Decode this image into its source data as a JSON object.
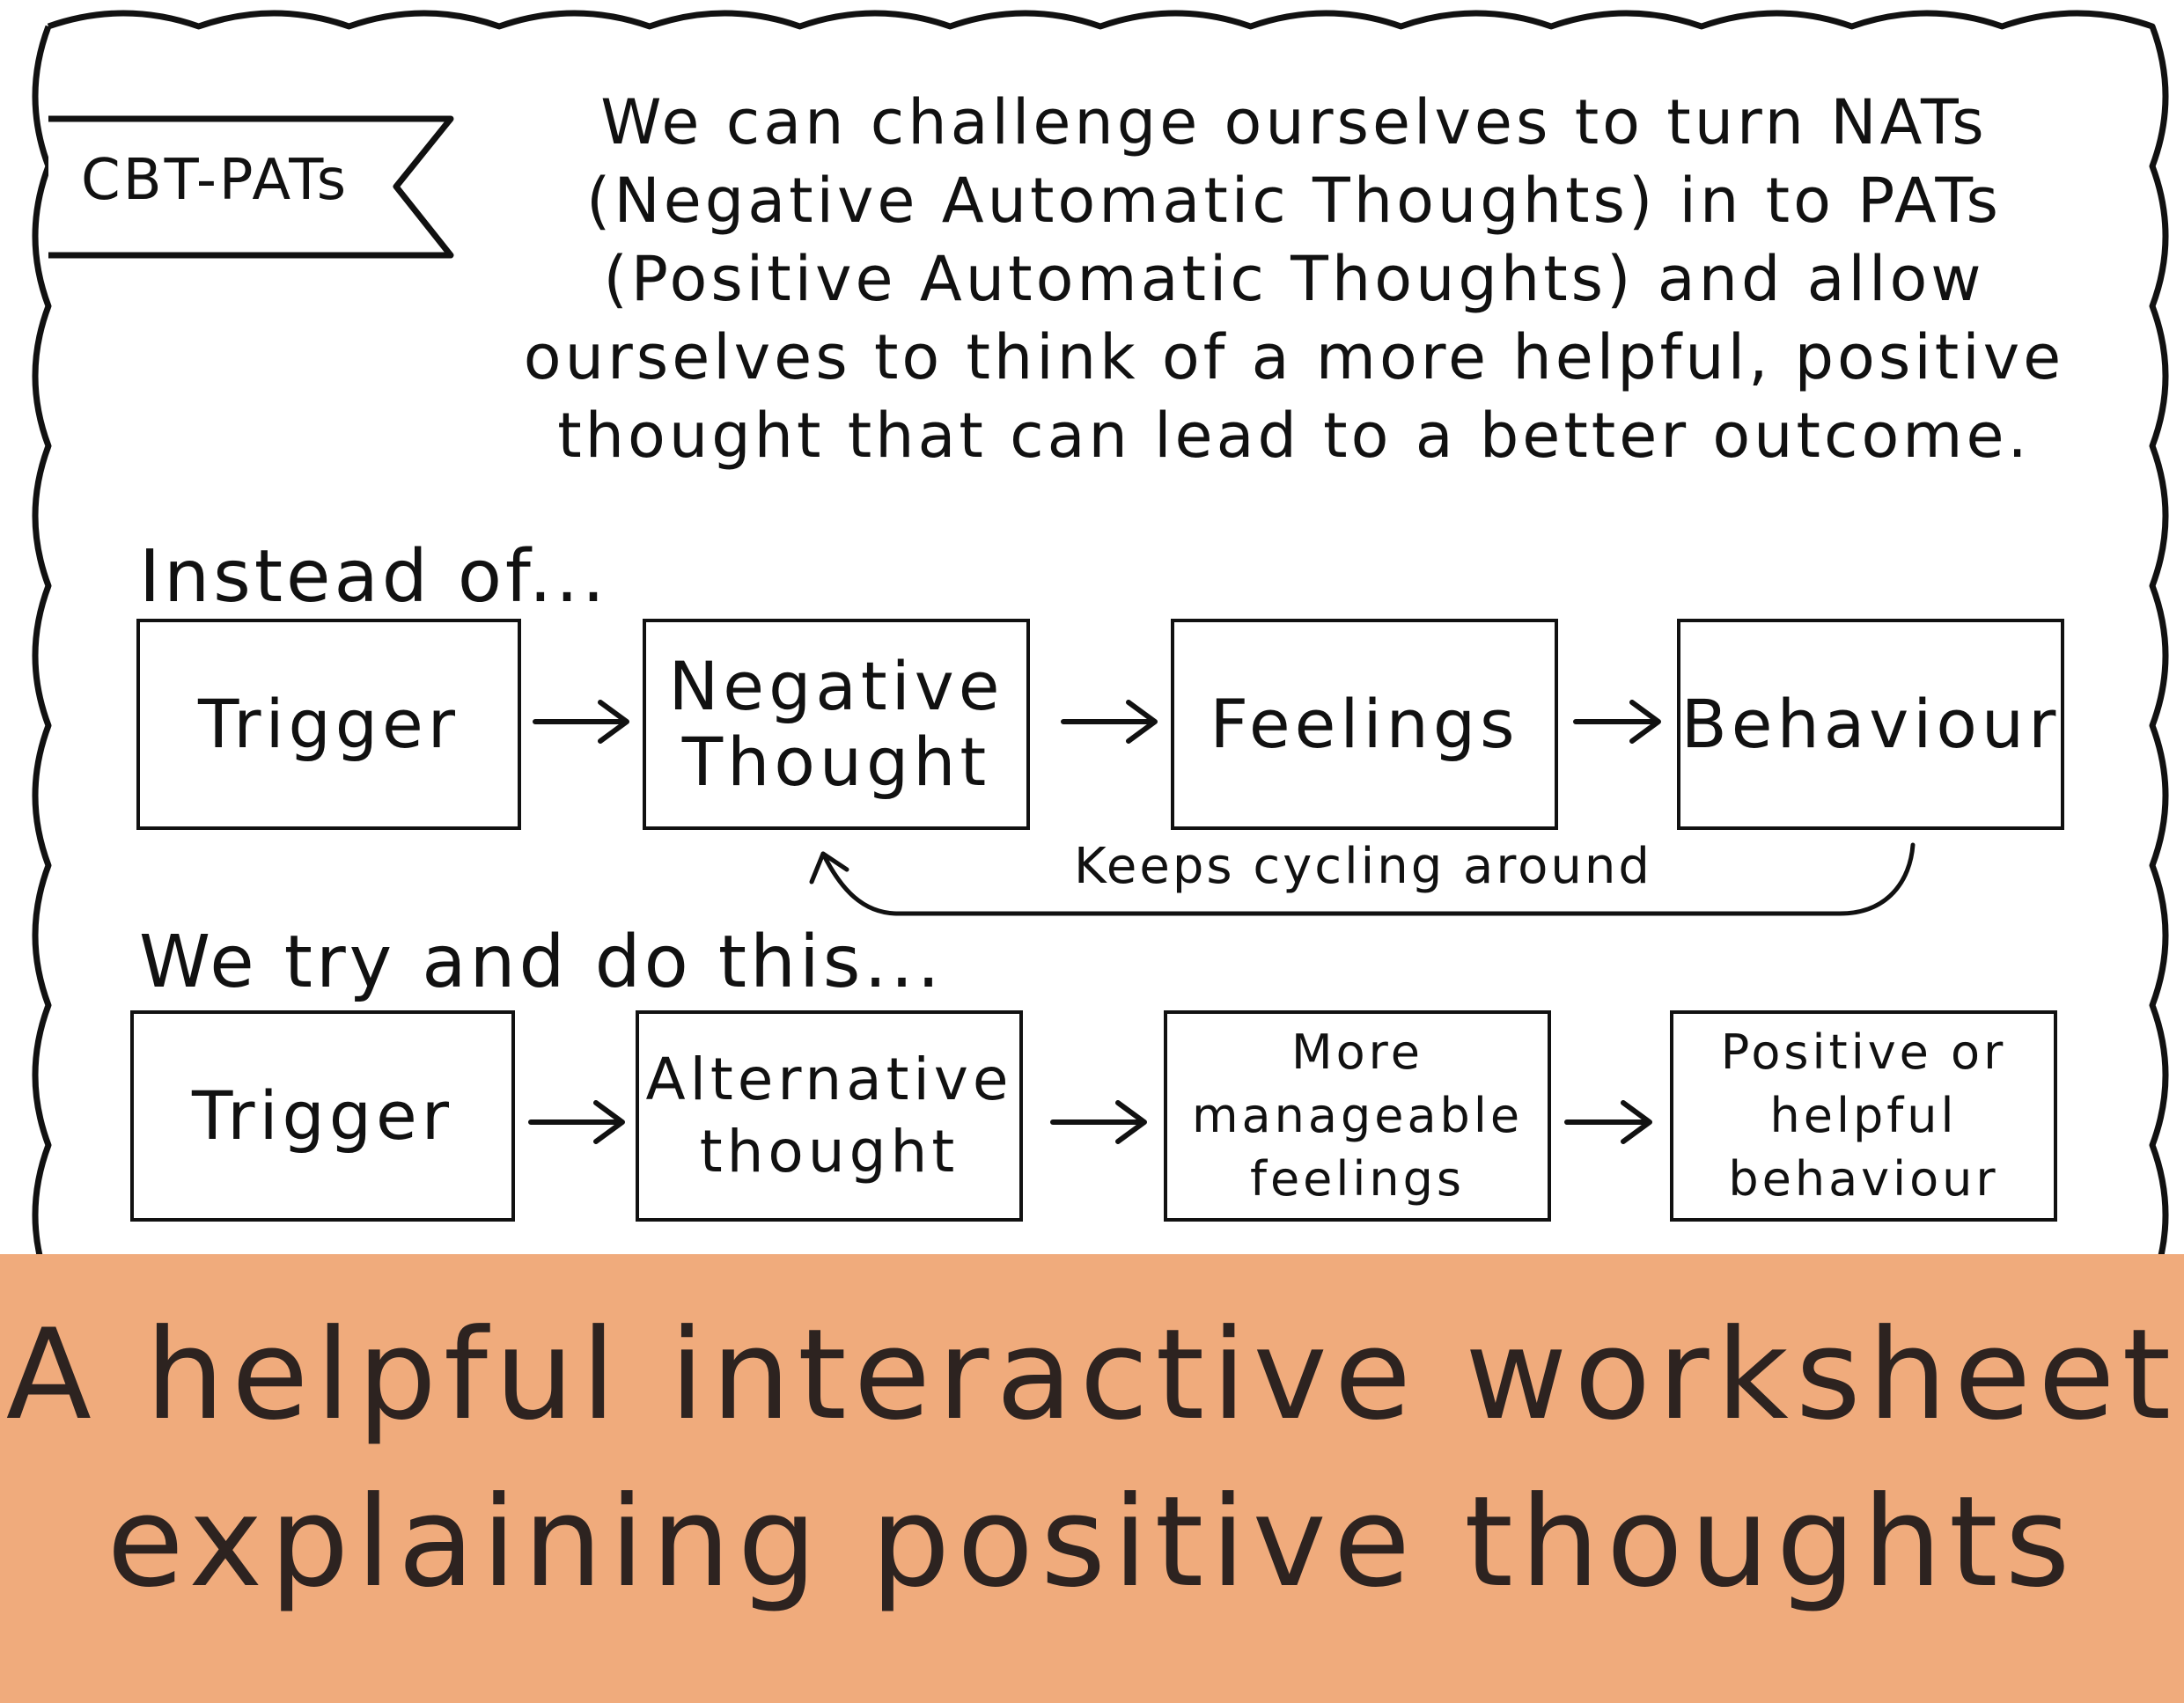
{
  "tag": "CBT-PATs",
  "intro_lines": [
    "We can challenge ourselves to turn NATs",
    "(Negative Automatic Thoughts) in to PATs",
    "(Positive Automatic Thoughts) and allow",
    "ourselves to think of a more helpful, positive",
    "thought that can lead to a better outcome."
  ],
  "row1": {
    "heading": "Instead of...",
    "boxes": [
      {
        "lines": [
          "Trigger"
        ]
      },
      {
        "lines": [
          "Negative",
          "Thought"
        ]
      },
      {
        "lines": [
          "Feelings"
        ]
      },
      {
        "lines": [
          "Behaviour"
        ]
      }
    ],
    "cycle_label": "Keeps cycling around"
  },
  "row2": {
    "heading": "We try and do this...",
    "boxes": [
      {
        "lines": [
          "Trigger"
        ]
      },
      {
        "lines": [
          "Alternative",
          "thought"
        ]
      },
      {
        "lines": [
          "More",
          "manageable",
          "feelings"
        ]
      },
      {
        "lines": [
          "Positive or",
          "helpful",
          "behaviour"
        ]
      }
    ]
  },
  "banner": {
    "line1": "A helpful interactive worksheet",
    "line2": "explaining positive thoughts",
    "color": "#F0AB7C"
  }
}
